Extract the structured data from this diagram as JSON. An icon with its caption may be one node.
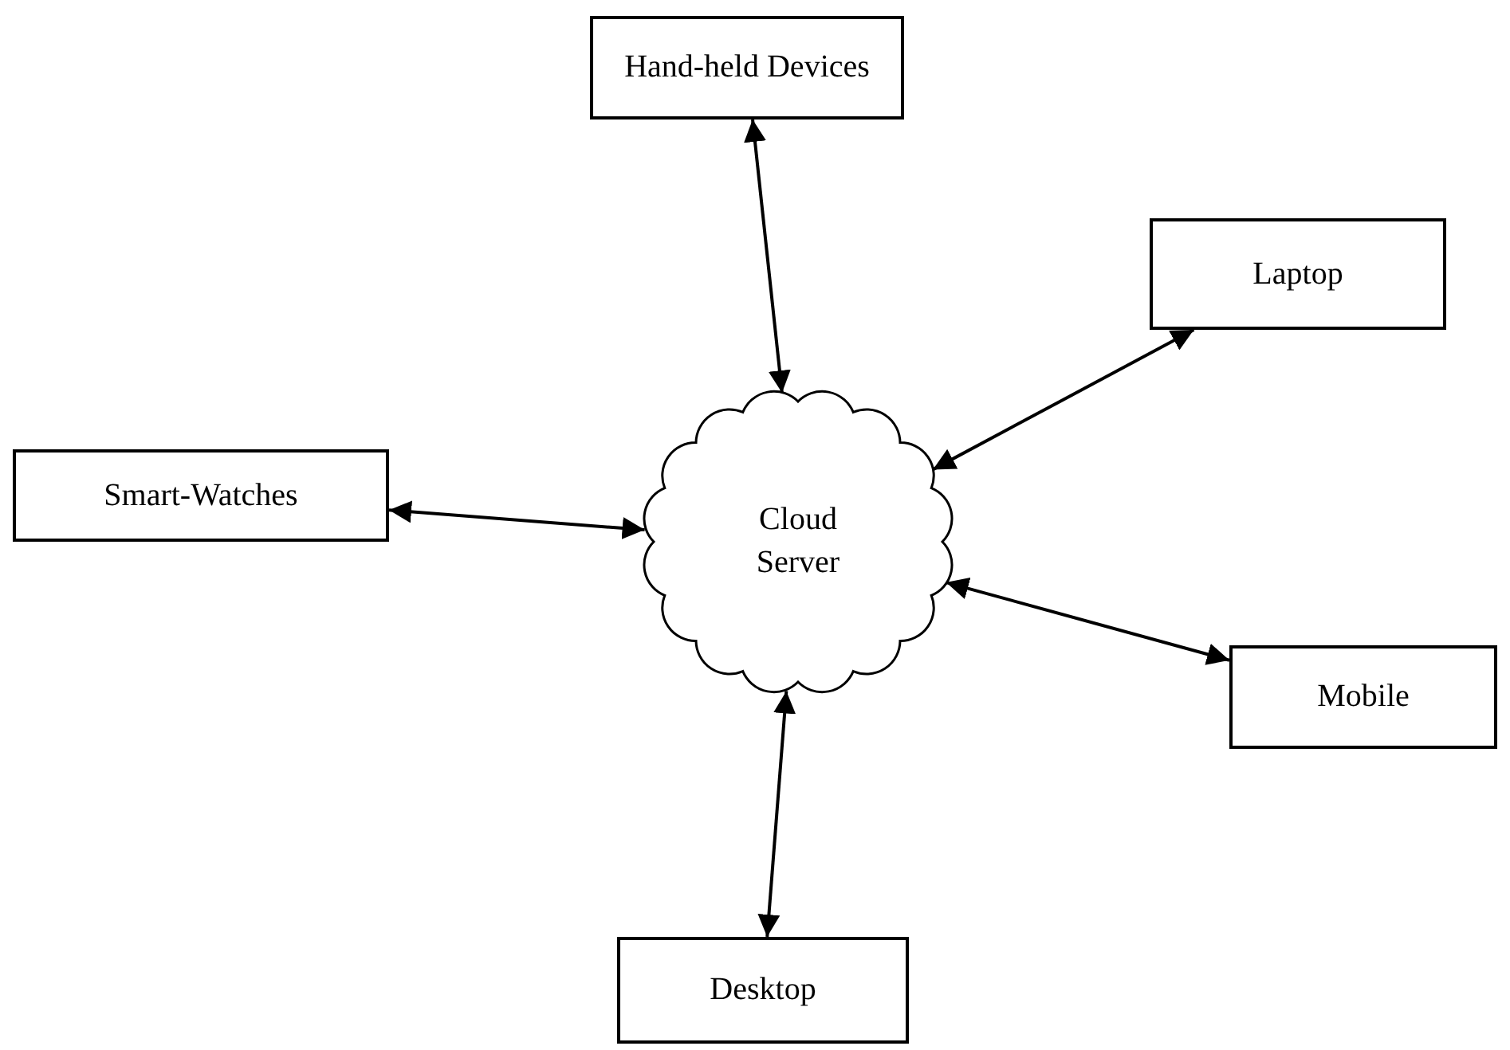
{
  "diagram": {
    "nodes": [
      {
        "text": [
          "Hand-held Devices"
        ]
      },
      {
        "text": [
          "Laptop"
        ]
      },
      {
        "text": [
          "Smart-Watches"
        ]
      },
      {
        "text": [
          "Cloud Server"
        ]
      },
      {
        "text": [
          "Mobile"
        ]
      },
      {
        "text": [
          "Desktop"
        ]
      }
    ],
    "edges": [
      {
        "from": 0,
        "to": 3,
        "arrow": "both"
      },
      {
        "from": 1,
        "to": 3,
        "arrow": "both"
      },
      {
        "from": 2,
        "to": 3,
        "arrow": "both"
      },
      {
        "from": 4,
        "to": 3,
        "arrow": "both"
      },
      {
        "from": 5,
        "to": 3,
        "arrow": "both"
      }
    ]
  }
}
